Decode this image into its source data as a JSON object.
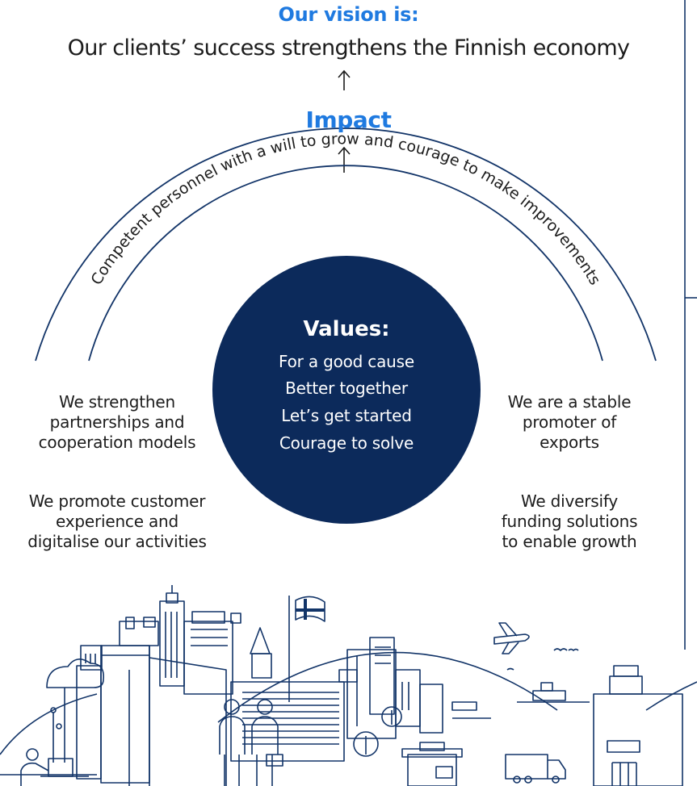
{
  "vision": {
    "heading": "Our vision is:",
    "text": "Our clients’ success strengthens the Finnish economy"
  },
  "impact_label": "Impact",
  "arrow_glyph": "↑",
  "arc_text": "Competent personnel with a will to grow and courage to make improvements",
  "values": {
    "title": "Values:",
    "items": [
      "For a good cause",
      "Better together",
      "Let’s get started",
      "Courage to solve"
    ]
  },
  "goals_left": [
    [
      "We strengthen",
      "partnerships and",
      "cooperation models"
    ],
    [
      "We promote customer",
      "experience and",
      "digitalise our activities"
    ]
  ],
  "goals_right": [
    [
      "We are a stable",
      "promoter of",
      "exports"
    ],
    [
      "We diversify",
      "funding solutions",
      "to enable growth"
    ]
  ],
  "colors": {
    "accent_blue": "#1f7ae0",
    "navy": "#0c2a5b",
    "line": "#123468"
  }
}
